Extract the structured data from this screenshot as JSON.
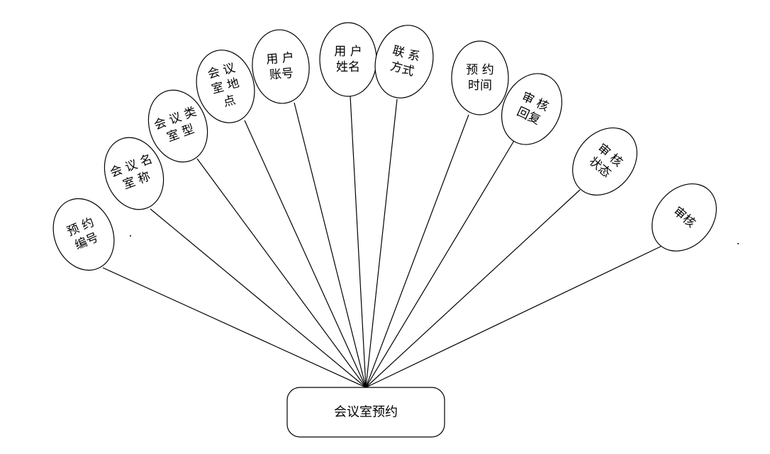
{
  "entity": {
    "name": "会议室预约"
  },
  "attributes": [
    {
      "lines": [
        "预  约",
        "编号"
      ]
    },
    {
      "lines": [
        "会  议  名",
        "室  称"
      ]
    },
    {
      "lines": [
        "会  议  类",
        "室  型"
      ]
    },
    {
      "lines": [
        "会  议",
        "室  地",
        "点"
      ]
    },
    {
      "lines": [
        "用  户",
        "账号"
      ]
    },
    {
      "lines": [
        "用  户",
        "姓名"
      ]
    },
    {
      "lines": [
        "联  系",
        "方式"
      ]
    },
    {
      "lines": [
        "预  约",
        "时间"
      ]
    },
    {
      "lines": [
        "审  核",
        "回复"
      ]
    },
    {
      "lines": [
        "审  核",
        "状态"
      ]
    },
    {
      "lines": [
        "审核"
      ]
    }
  ],
  "colors": {
    "stroke": "#000000",
    "fill": "#ffffff"
  }
}
